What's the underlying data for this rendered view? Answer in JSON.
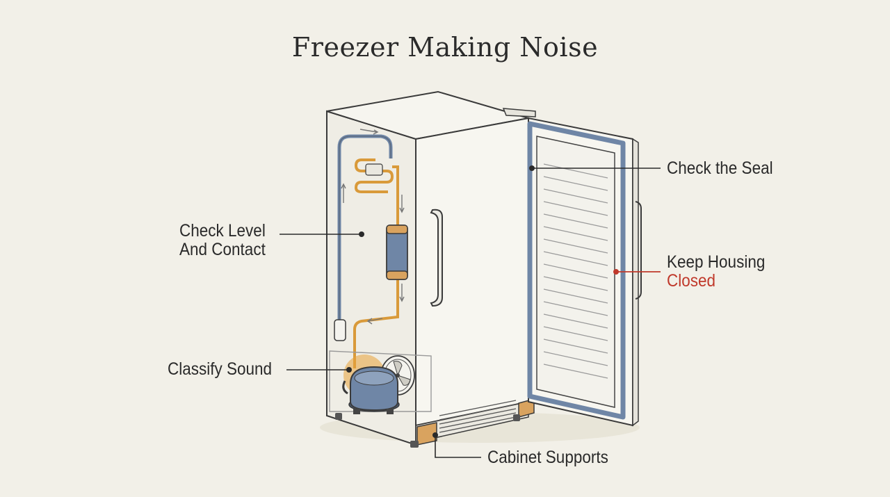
{
  "title": "Freezer Making Noise",
  "colors": {
    "background": "#f2f0e8",
    "outline": "#3a3a3a",
    "cabinet": "#f7f6f0",
    "cabinet_shade": "#e6e4dc",
    "gasket": "#6f86a6",
    "coolant_line": "#d99a3a",
    "pad": "#d9a35f",
    "highlight": "#e8a33a",
    "accent": "#c0392b"
  },
  "callouts": {
    "seal": {
      "text": "Check the Seal"
    },
    "level": {
      "line1": "Check Level",
      "line2": "And Contact"
    },
    "housing": {
      "line1": "Keep Housing",
      "line2": "Closed"
    },
    "sound": {
      "text": "Classify Sound"
    },
    "supports": {
      "text": "Cabinet Supports"
    }
  },
  "icons": {
    "compressor": "compressor-icon",
    "fan": "condenser-fan-icon",
    "drier": "filter-drier-icon"
  }
}
